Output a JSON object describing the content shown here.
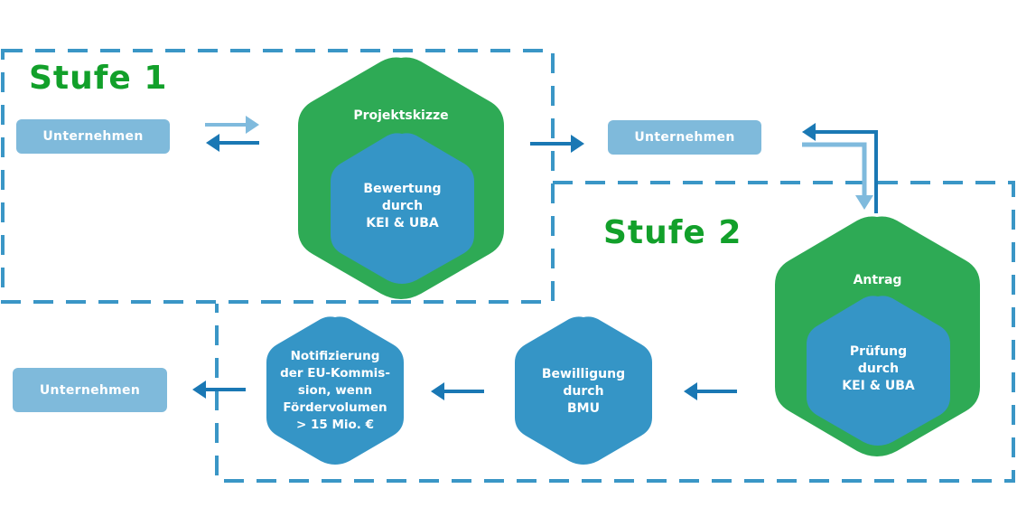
{
  "colors": {
    "green": "#2eaa55",
    "blue": "#3595c6",
    "pill": "#7fbadb",
    "arrow_light": "#7fbadd",
    "arrow_dark": "#1a78b4",
    "dash": "#3a96c6",
    "title_green": "#12a02a"
  },
  "stages": [
    {
      "title": "Stufe 1"
    },
    {
      "title": "Stufe 2"
    }
  ],
  "nodes": {
    "unternehmen_1": "Unternehmen",
    "unternehmen_2": "Unternehmen",
    "unternehmen_3": "Unternehmen",
    "projektskizze": {
      "outer_label": "Projektskizze",
      "inner_lines": [
        "Bewertung",
        "durch",
        "KEI & UBA"
      ]
    },
    "antrag": {
      "outer_label": "Antrag",
      "inner_lines": [
        "Prüfung",
        "durch",
        "KEI & UBA"
      ]
    },
    "bewilligung": {
      "lines": [
        "Bewilligung",
        "durch",
        "BMU"
      ]
    },
    "notifizierung": {
      "lines": [
        "Notifizierung",
        "der EU-Kommis-",
        "sion, wenn",
        "Fördervolumen",
        "> 15 Mio. €"
      ]
    }
  }
}
